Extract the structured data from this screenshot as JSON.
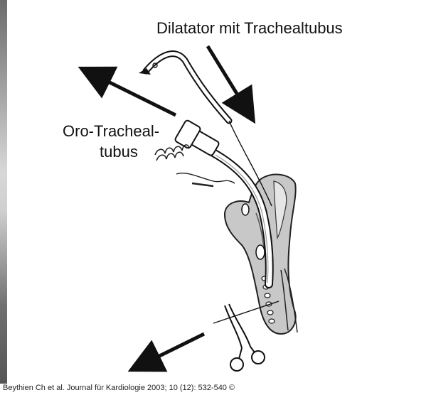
{
  "labels": {
    "dilatator": "Dilatator mit Trachealtubus",
    "oro_line1": "Oro-Tracheal-",
    "oro_line2": "tubus"
  },
  "caption": "Beythien Ch et al. Journal für Kardiologie 2003; 10 (12): 532-540 ©",
  "colors": {
    "ink": "#111111",
    "tissue": "#c8c8c8",
    "tissue_light": "#dcdcdc",
    "background": "#ffffff"
  }
}
